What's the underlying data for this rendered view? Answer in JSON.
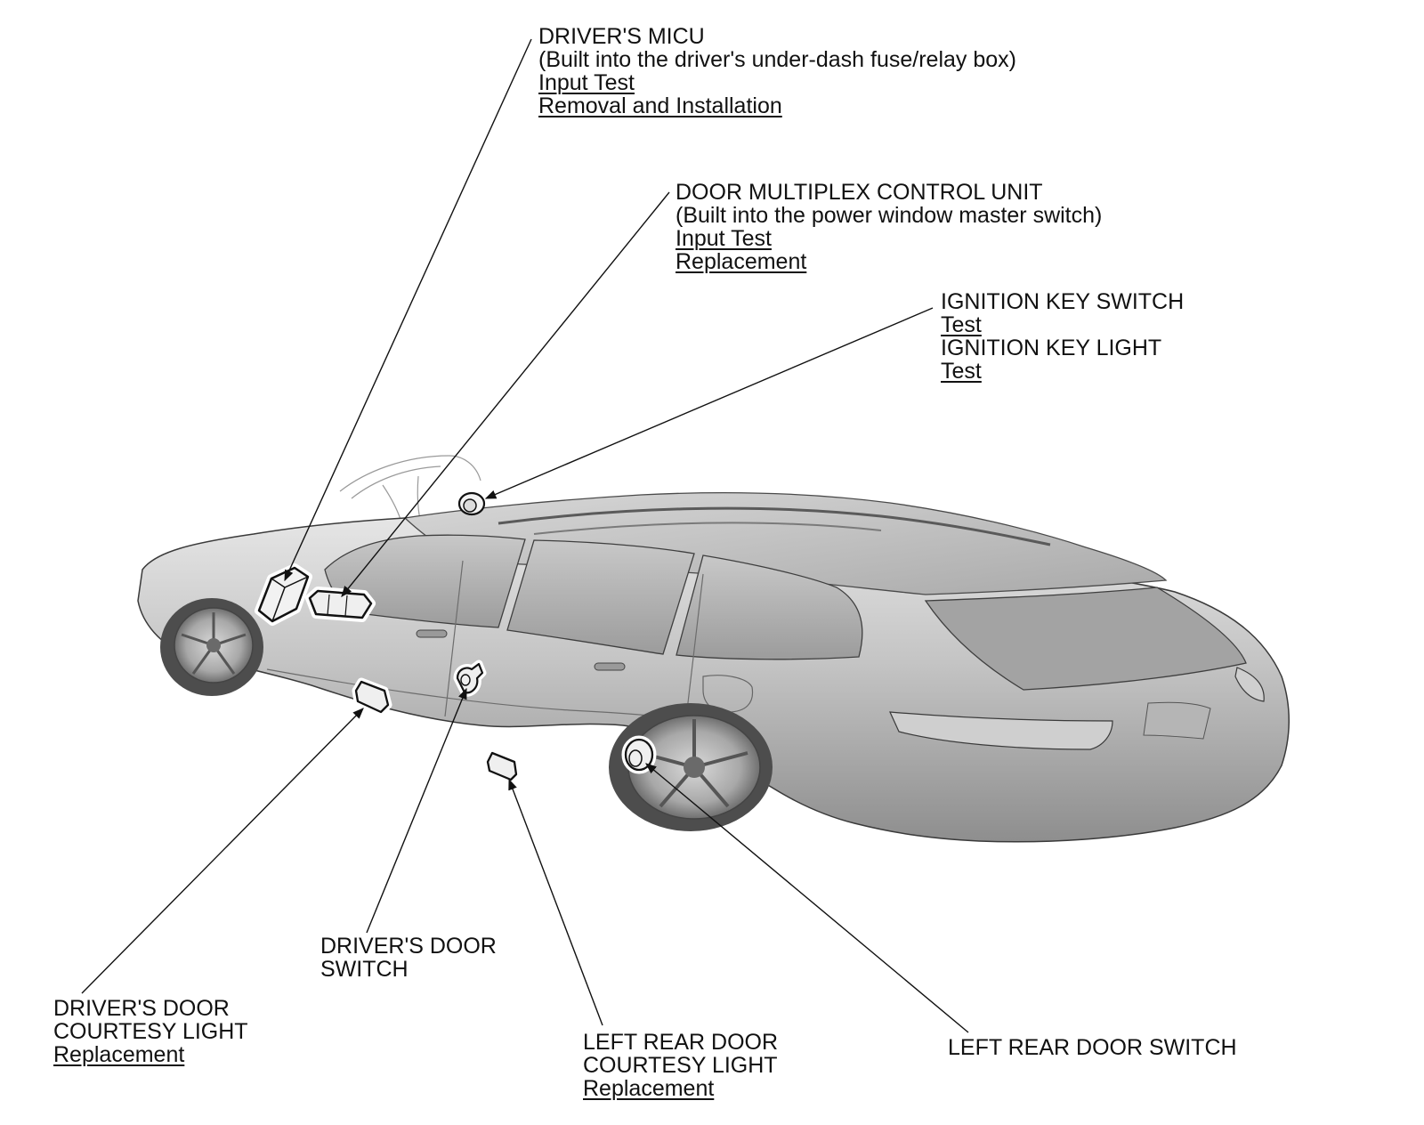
{
  "callouts": {
    "drivers_micu": {
      "title": "DRIVER'S MICU",
      "note": "(Built into the driver's under-dash fuse/relay box)",
      "links": [
        "Input Test",
        "Removal and Installation"
      ]
    },
    "door_multiplex": {
      "title": "DOOR MULTIPLEX CONTROL UNIT",
      "note": "(Built into the power window master switch)",
      "links": [
        "Input Test",
        "Replacement"
      ]
    },
    "ignition": {
      "switch_title": "IGNITION KEY SWITCH",
      "switch_link": "Test",
      "light_title": "IGNITION KEY LIGHT",
      "light_link": "Test"
    },
    "drivers_door_switch": {
      "line1": "DRIVER'S DOOR",
      "line2": "SWITCH"
    },
    "drivers_door_courtesy": {
      "line1": "DRIVER'S DOOR",
      "line2": "COURTESY LIGHT",
      "link": "Replacement"
    },
    "left_rear_courtesy": {
      "line1": "LEFT REAR DOOR",
      "line2": "COURTESY LIGHT",
      "link": "Replacement"
    },
    "left_rear_switch": {
      "line1": "LEFT REAR DOOR SWITCH"
    }
  },
  "colors": {
    "text": "#111111",
    "body_light": "#e2e2e2",
    "body_dark": "#8a8a8a",
    "outline": "#2a2a2a"
  }
}
